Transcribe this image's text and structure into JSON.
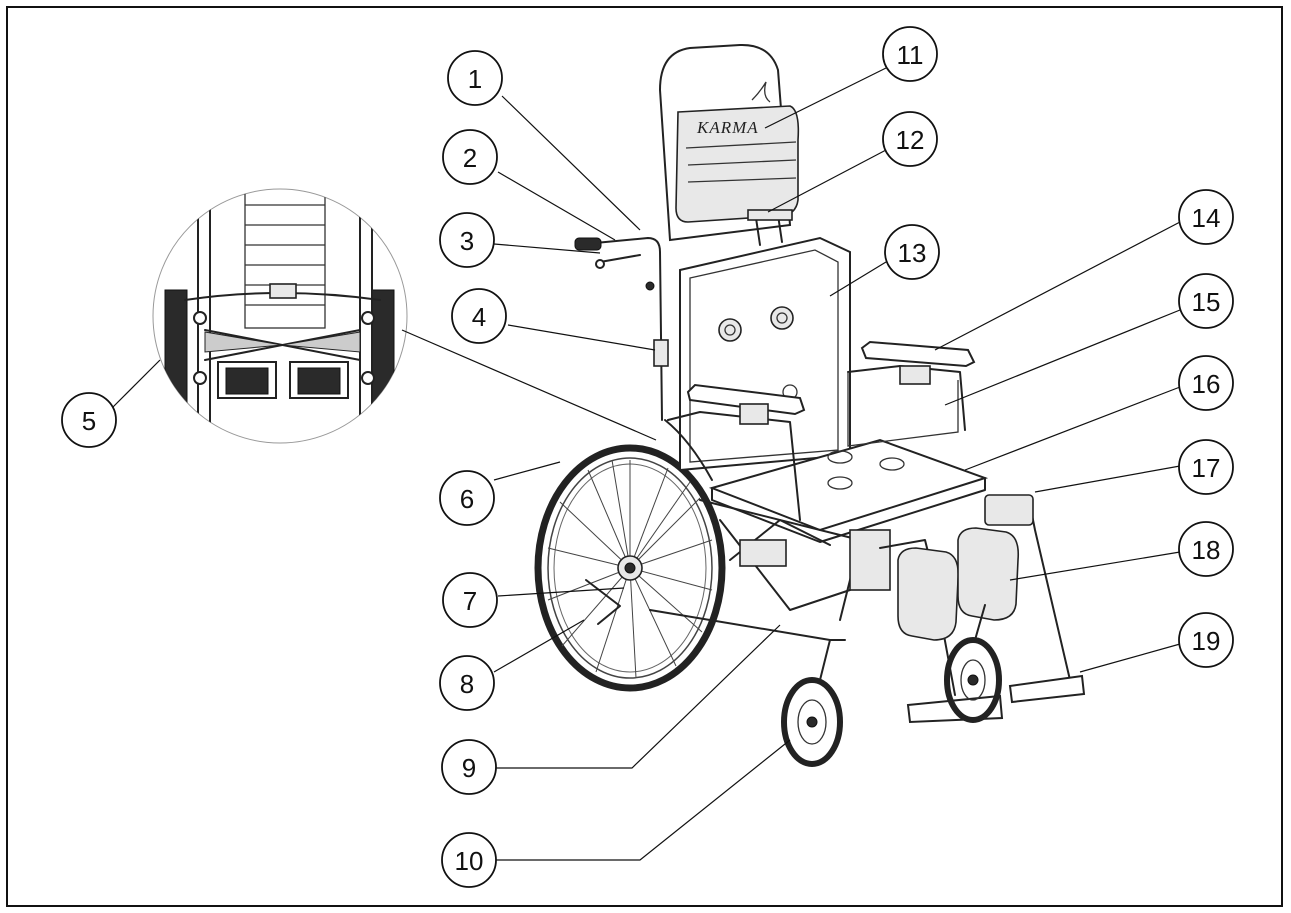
{
  "diagram": {
    "logo_text": "KARMA",
    "callouts": [
      {
        "id": "c1",
        "label": "1"
      },
      {
        "id": "c2",
        "label": "2"
      },
      {
        "id": "c3",
        "label": "3"
      },
      {
        "id": "c4",
        "label": "4"
      },
      {
        "id": "c5",
        "label": "5"
      },
      {
        "id": "c6",
        "label": "6"
      },
      {
        "id": "c7",
        "label": "7"
      },
      {
        "id": "c8",
        "label": "8"
      },
      {
        "id": "c9",
        "label": "9"
      },
      {
        "id": "c10",
        "label": "10"
      },
      {
        "id": "c11",
        "label": "11"
      },
      {
        "id": "c12",
        "label": "12"
      },
      {
        "id": "c13",
        "label": "13"
      },
      {
        "id": "c14",
        "label": "14"
      },
      {
        "id": "c15",
        "label": "15"
      },
      {
        "id": "c16",
        "label": "16"
      },
      {
        "id": "c17",
        "label": "17"
      },
      {
        "id": "c18",
        "label": "18"
      },
      {
        "id": "c19",
        "label": "19"
      }
    ]
  }
}
